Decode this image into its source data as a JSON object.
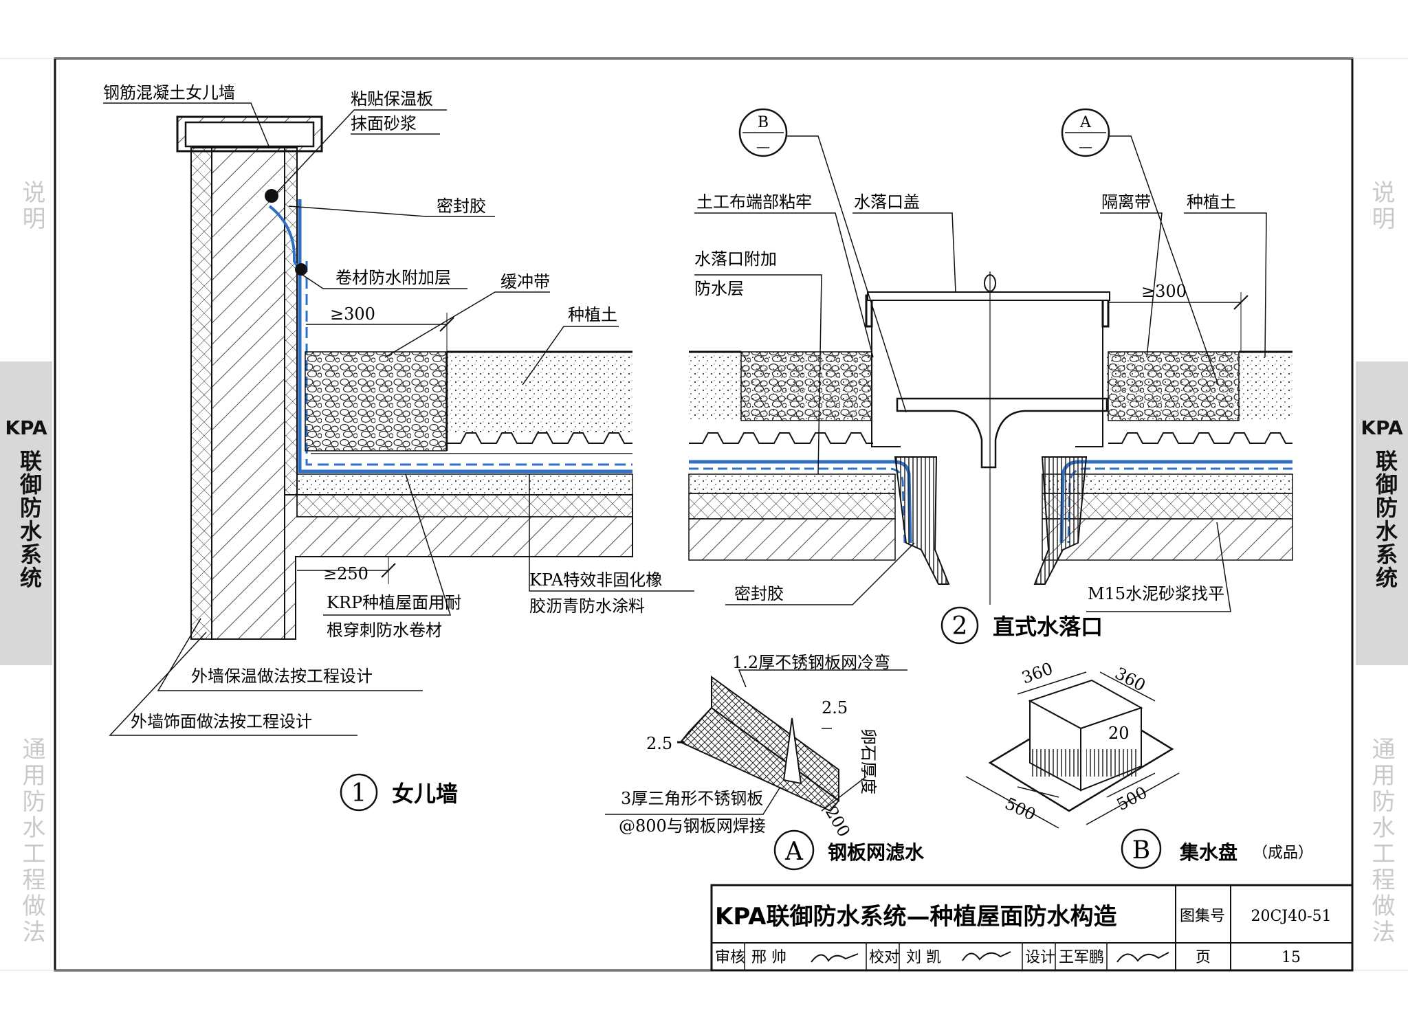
{
  "side_tabs": {
    "left_top": "说明",
    "left_bottom": "通用防水工程做法",
    "right_top": "说明",
    "right_bottom": "通用防水工程做法",
    "active_code": "KPA",
    "active_name": "联御防水系统"
  },
  "detail1": {
    "labels": {
      "parapet": "钢筋混凝土女儿墙",
      "insulation_board": "粘贴保温板",
      "plaster_mortar": "抹面砂浆",
      "sealant": "密封胶",
      "additional_layer": "卷材防水附加层",
      "buffer_strip": "缓冲带",
      "planting_soil": "种植土",
      "dim_300": "≥300",
      "dim_250": "≥250",
      "membrane_1": "KRP种植屋面用耐",
      "membrane_2": "根穿刺防水卷材",
      "coating_1": "KPA特效非固化橡",
      "coating_2": "胶沥青防水涂料",
      "ext_insulation": "外墙保温做法按工程设计",
      "ext_finish": "外墙饰面做法按工程设计"
    },
    "number": "1",
    "title": "女儿墙"
  },
  "detail2": {
    "labels": {
      "callout_b": "B",
      "callout_a": "A",
      "callout_dash": "—",
      "geotextile": "土工布端部粘牢",
      "drain_cover": "水落口盖",
      "isolation": "隔离带",
      "planting_soil": "种植土",
      "drain_add_1": "水落口附加",
      "drain_add_2": "防水层",
      "dim_300": "≥300",
      "sealant": "密封胶",
      "mortar": "M15水泥砂浆找平"
    },
    "number": "2",
    "title": "直式水落口"
  },
  "detailA": {
    "labels": {
      "mesh": "1.2厚不锈钢板网冷弯",
      "dim_25a": "2.5",
      "dim_25b": "2.5",
      "pebble": "卵石厚度",
      "dim_200": "200",
      "plate_1": "3厚三角形不锈钢板",
      "plate_2": "@800与钢板网焊接"
    },
    "letter": "A",
    "title": "钢板网滤水"
  },
  "detailB": {
    "labels": {
      "d360a": "360",
      "d360b": "360",
      "d20": "20",
      "d500a": "500",
      "d500b": "500"
    },
    "letter": "B",
    "title": "集水盘",
    "subtitle": "（成品）"
  },
  "title_block": {
    "main_title": "KPA联御防水系统—种植屋面防水构造",
    "atlas_label": "图集号",
    "atlas_no": "20CJ40-51",
    "review_label": "审核",
    "reviewer": "邢 帅",
    "check_label": "校对",
    "checker": "刘 凯",
    "design_label": "设计",
    "designer": "王军鹏",
    "page_label": "页",
    "page_no": "15"
  },
  "colors": {
    "membrane_blue": "#2f6fc4",
    "band_gray": "#d8d8d8",
    "tab_gray": "#c9c9c9"
  }
}
